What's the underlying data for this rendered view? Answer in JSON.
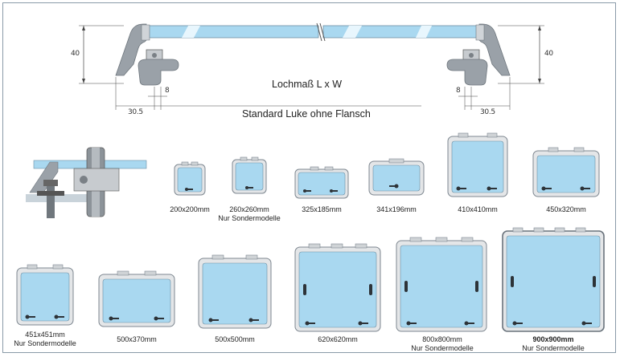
{
  "top_diagram": {
    "height_left": "40",
    "height_right": "40",
    "gap_left": "8",
    "gap_right": "8",
    "width_left": "30.5",
    "width_right": "30.5",
    "title_hole": "Lochmaß L x W",
    "title_standard": "Standard Luke ohne Flansch"
  },
  "hatches_row1": [
    {
      "size": "200x200mm",
      "note": ""
    },
    {
      "size": "260x260mm",
      "note": "Nur Sondermodelle"
    },
    {
      "size": "325x185mm",
      "note": ""
    },
    {
      "size": "341x196mm",
      "note": ""
    },
    {
      "size": "410x410mm",
      "note": ""
    },
    {
      "size": "450x320mm",
      "note": ""
    }
  ],
  "hatches_row2": [
    {
      "size": "451x451mm",
      "note": "Nur Sondermodelle"
    },
    {
      "size": "500x370mm",
      "note": ""
    },
    {
      "size": "500x500mm",
      "note": ""
    },
    {
      "size": "620x620mm",
      "note": ""
    },
    {
      "size": "800x800mm",
      "note": "Nur Sondermodelle"
    },
    {
      "size": "900x900mm",
      "note": "Nur Sondermodelle"
    }
  ],
  "colors": {
    "glass": "#a9d8f0",
    "frame": "#e4e6e8",
    "frame_edge": "#7e8790",
    "profile": "#9aa1a8",
    "handle": "#2d3338"
  }
}
